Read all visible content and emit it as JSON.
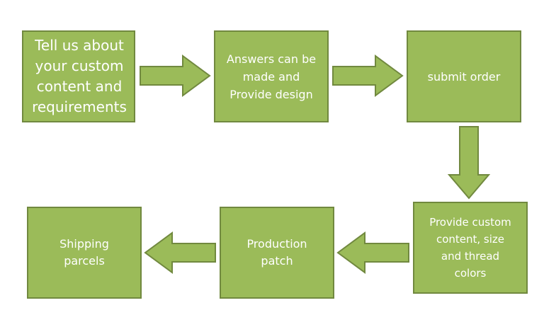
{
  "diagram": {
    "steps": [
      {
        "id": 1,
        "label": "Tell us about\nyour custom\ncontent and\nrequirements"
      },
      {
        "id": 2,
        "label": "Answers can be\nmade and\nProvide design"
      },
      {
        "id": 3,
        "label": "submit order"
      },
      {
        "id": 4,
        "label": "Provide custom\ncontent, size\nand thread\ncolors"
      },
      {
        "id": 5,
        "label": "Production\npatch"
      },
      {
        "id": 6,
        "label": "Shipping\nparcels"
      }
    ]
  },
  "colors": {
    "box_fill": "#9bbb59",
    "box_border": "#71893f",
    "text": "#ffffff",
    "background": "#ffffff"
  }
}
